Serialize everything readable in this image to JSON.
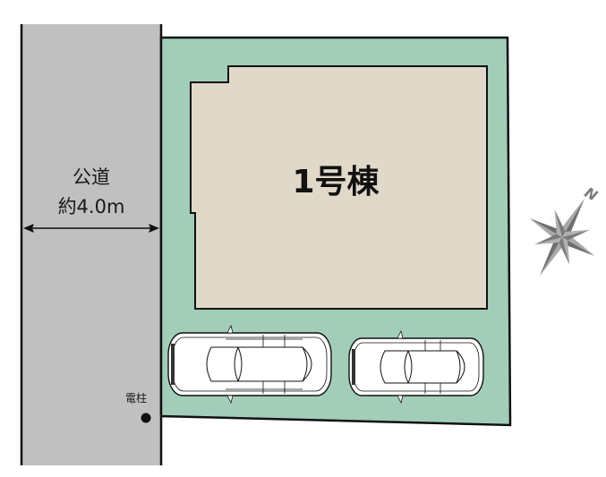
{
  "road": {
    "name": "公道",
    "width_label": "約4.0m",
    "color": "#c0c0c0"
  },
  "lot": {
    "color": "#a1cdb9"
  },
  "building": {
    "label": "1号棟",
    "color": "#e0d8c8"
  },
  "utility_pole": {
    "label": "電柱"
  },
  "parking": {
    "cars": [
      {
        "name": "car-1"
      },
      {
        "name": "car-2"
      }
    ]
  },
  "compass": {
    "north_label": "N",
    "color": "#7a7a7a"
  }
}
